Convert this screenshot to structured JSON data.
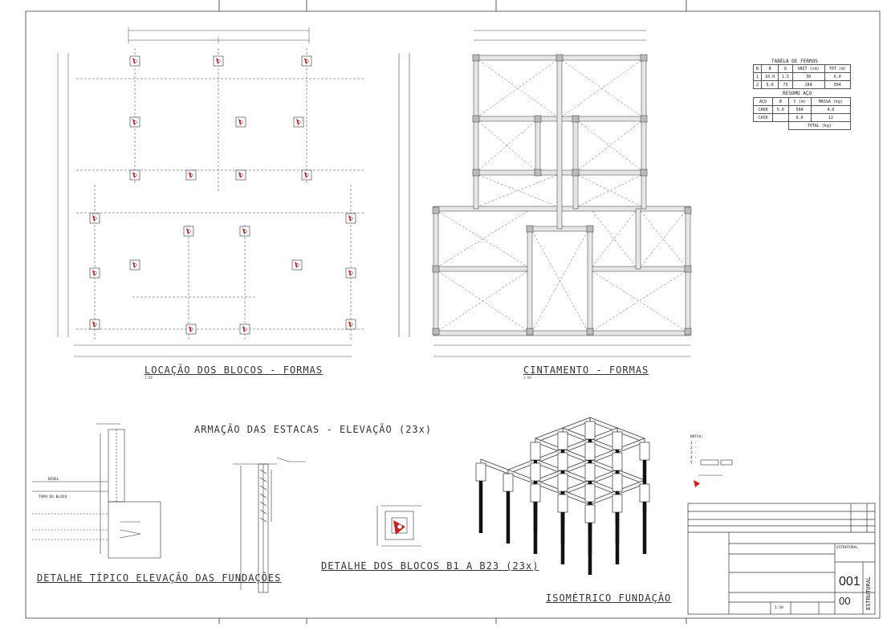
{
  "drawing_titles": {
    "locacao": "LOCAÇÃO DOS BLOCOS - FORMAS",
    "cintamento": "CINTAMENTO - FORMAS",
    "armacao": "ARMAÇÃO DAS ESTACAS - ELEVAÇÃO (23x)",
    "detalhe_tipico": "DETALHE TÍPICO ELEVAÇÃO DAS FUNDAÇÕES",
    "detalhe_blocos": "DETALHE DOS BLOCOS B1 A B23 (23x)",
    "isometrico": "ISOMÉTRICO FUNDAÇÃO"
  },
  "tabela_ferros": {
    "title": "TABELA DE FERROS",
    "headers": [
      "N",
      "Ø",
      "Q",
      "UNIT (cm)",
      "TOT (m)"
    ],
    "rows": [
      [
        "1",
        "10.0",
        "1.5",
        "30",
        "6.0"
      ],
      [
        "2",
        "5.0",
        "73",
        "284",
        "584"
      ]
    ]
  },
  "resumo_aco": {
    "title": "RESUMO AÇO",
    "headers": [
      "AÇO",
      "Ø",
      "C (m)",
      "MASSA (kg)"
    ],
    "rows": [
      [
        "CA60",
        "5.0",
        "584",
        "4.6"
      ],
      [
        "CA50",
        "",
        "6.0",
        "12"
      ]
    ],
    "total_label": "TOTAL (kg)"
  },
  "notas": {
    "title": "NOTAS:",
    "items": [
      "1",
      "2",
      "3",
      "4",
      "5"
    ]
  },
  "detalhe_tipico_labels": {
    "nivel": "NÍVEL",
    "topo_bloco": "TOPO DO BLOCO"
  },
  "title_block": {
    "disciplina": "ESTRUTURAL",
    "prancha": "001",
    "revisao": "00",
    "escala": "1:50",
    "vertical_label": "ESTRUTURAL"
  },
  "colors": {
    "line": "#333333",
    "pile_marker": "#d81b1b",
    "beam_fill": "#e6e6e6"
  }
}
